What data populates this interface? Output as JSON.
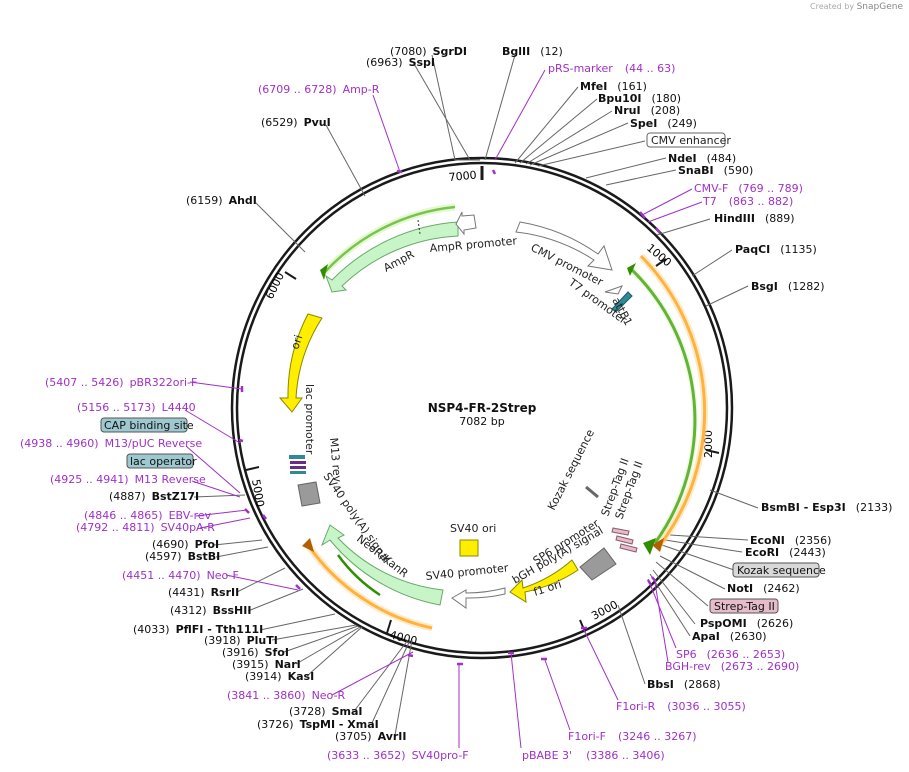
{
  "header": {
    "credit_prefix": "Created by",
    "credit_app": "SnapGene"
  },
  "plasmid": {
    "name": "NSP4-FR-2Strep",
    "length": "7082 bp"
  },
  "ticks": [
    "7000",
    "1000",
    "2000",
    "3000",
    "4000",
    "5000",
    "6000"
  ],
  "enzymes": [
    {
      "name": "SgrDI",
      "pos": "(7080)",
      "bold": true
    },
    {
      "name": "SspI",
      "pos": "(6963)",
      "bold": true
    },
    {
      "name": "BglII",
      "pos": "(12)",
      "bold": true
    },
    {
      "name": "MfeI",
      "pos": "(161)"
    },
    {
      "name": "Bpu10I",
      "pos": "(180)"
    },
    {
      "name": "NruI",
      "pos": "(208)"
    },
    {
      "name": "SpeI",
      "pos": "(249)"
    },
    {
      "name": "NdeI",
      "pos": "(484)"
    },
    {
      "name": "SnaBI",
      "pos": "(590)"
    },
    {
      "name": "HindIII",
      "pos": "(889)"
    },
    {
      "name": "PaqCI",
      "pos": "(1135)"
    },
    {
      "name": "BsgI",
      "pos": "(1282)"
    },
    {
      "name": "BsmBI - Esp3I",
      "pos": "(2133)"
    },
    {
      "name": "EcoNI",
      "pos": "(2356)"
    },
    {
      "name": "EcoRI",
      "pos": "(2443)"
    },
    {
      "name": "NotI",
      "pos": "(2462)"
    },
    {
      "name": "PspOMI",
      "pos": "(2626)"
    },
    {
      "name": "ApaI",
      "pos": "(2630)"
    },
    {
      "name": "BbsI",
      "pos": "(2868)"
    },
    {
      "name": "AvrII",
      "pos": "(3705)"
    },
    {
      "name": "TspMI - XmaI",
      "pos": "(3726)"
    },
    {
      "name": "SmaI",
      "pos": "(3728)"
    },
    {
      "name": "KasI",
      "pos": "(3914)"
    },
    {
      "name": "NarI",
      "pos": "(3915)"
    },
    {
      "name": "SfoI",
      "pos": "(3916)"
    },
    {
      "name": "PluTI",
      "pos": "(3918)"
    },
    {
      "name": "PflFI - Tth111I",
      "pos": "(4033)"
    },
    {
      "name": "BssHII",
      "pos": "(4312)"
    },
    {
      "name": "RsrII",
      "pos": "(4431)"
    },
    {
      "name": "BstBI",
      "pos": "(4597)"
    },
    {
      "name": "PfoI",
      "pos": "(4690)"
    },
    {
      "name": "BstZ17I",
      "pos": "(4887)"
    },
    {
      "name": "AhdI",
      "pos": "(6159)"
    },
    {
      "name": "PvuI",
      "pos": "(6529)"
    }
  ],
  "primers": [
    {
      "name": "pRS-marker",
      "range": "(44 .. 63)"
    },
    {
      "name": "Amp-R",
      "range": "(6709 .. 6728)"
    },
    {
      "name": "CMV-F",
      "range": "(769 .. 789)"
    },
    {
      "name": "T7",
      "range": "(863 .. 882)"
    },
    {
      "name": "pBR322ori-F",
      "range": "(5407 .. 5426)"
    },
    {
      "name": "L4440",
      "range": "(5156 .. 5173)"
    },
    {
      "name": "M13/pUC Reverse",
      "range": "(4938 .. 4960)"
    },
    {
      "name": "M13 Reverse",
      "range": "(4925 .. 4941)"
    },
    {
      "name": "EBV-rev",
      "range": "(4846 .. 4865)"
    },
    {
      "name": "SV40pA-R",
      "range": "(4792 .. 4811)"
    },
    {
      "name": "Neo-F",
      "range": "(4451 .. 4470)"
    },
    {
      "name": "Neo-R",
      "range": "(3841 .. 3860)"
    },
    {
      "name": "SV40pro-F",
      "range": "(3633 .. 3652)"
    },
    {
      "name": "pBABE 3'",
      "range": "(3386 .. 3406)"
    },
    {
      "name": "F1ori-F",
      "range": "(3246 .. 3267)"
    },
    {
      "name": "F1ori-R",
      "range": "(3036 .. 3055)"
    },
    {
      "name": "BGH-rev",
      "range": "(2673 .. 2690)"
    },
    {
      "name": "SP6",
      "range": "(2636 .. 2653)"
    }
  ],
  "boxed_features": [
    {
      "name": "CMV enhancer",
      "style": "white"
    },
    {
      "name": "CAP binding site",
      "style": "teal"
    },
    {
      "name": "lac operator",
      "style": "teal"
    },
    {
      "name": "Kozak sequence",
      "style": "gray"
    },
    {
      "name": "Strep-Tag II",
      "style": "pink"
    }
  ],
  "features": [
    {
      "name": "CMV promoter"
    },
    {
      "name": "T7 promoter"
    },
    {
      "name": "attB1"
    },
    {
      "name": "AmpR promoter"
    },
    {
      "name": "AmpR"
    },
    {
      "name": "ori"
    },
    {
      "name": "lac promoter"
    },
    {
      "name": "M13 rev"
    },
    {
      "name": "SV40 poly(A) signal"
    },
    {
      "name": "NeoR/KanR"
    },
    {
      "name": "SV40 promoter"
    },
    {
      "name": "SV40 ori"
    },
    {
      "name": "f1 ori"
    },
    {
      "name": "bGH poly(A) signal"
    },
    {
      "name": "SP6 promoter"
    },
    {
      "name": "Kozak sequence"
    },
    {
      "name": "Strep-Tag II"
    },
    {
      "name": "Strep-Tag II"
    }
  ],
  "colors": {
    "backbone": "#1a1a1a",
    "primer": "#a030c8",
    "feature_green": "#c8f5c8",
    "orf_green": "#2f8f00",
    "orf_orange": "#ff9900",
    "ori_yellow": "#ffee00",
    "teal_box": "#9dc8cf",
    "pink_box": "#e6bccb",
    "gray_box": "#d8d8d8"
  }
}
